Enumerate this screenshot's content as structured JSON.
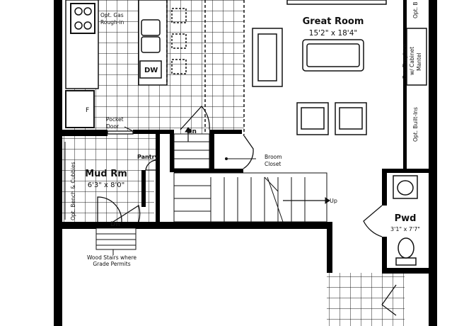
{
  "colors": {
    "wall": "#000000",
    "line": "#111111",
    "background": "#ffffff"
  },
  "rooms": {
    "great_room": {
      "name": "Great Room",
      "size": "15'2\" x 18'4\""
    },
    "mud_room": {
      "name": "Mud Rm",
      "size": "6'3\" x 8'0\""
    },
    "powder": {
      "name": "Pwd",
      "size": "3'1\" x 7'7\""
    }
  },
  "labels": {
    "opt_gas_1": "Opt. Gas",
    "opt_gas_2": "Rough-in",
    "dw": "DW",
    "fridge": "F",
    "pocket_door_1": "Pocket",
    "pocket_door_2": "Door",
    "dn_stairs": "Dn",
    "pantry": "Pantry",
    "broom_closet_1": "Broom",
    "broom_closet_2": "Closet",
    "up": "Up",
    "bench_1": "Opt. Bench & Cubbies",
    "dn_mud": "Dn",
    "wood_stairs_1": "Wood Stairs where",
    "wood_stairs_2": "Grade Permits",
    "fireplace_1": "Gas Fireplace",
    "fireplace_2": "w/ Cabinet",
    "fireplace_3": "Mantel",
    "opt_builtins": "Opt. Built-Ins",
    "opt_b": "Opt. B"
  }
}
